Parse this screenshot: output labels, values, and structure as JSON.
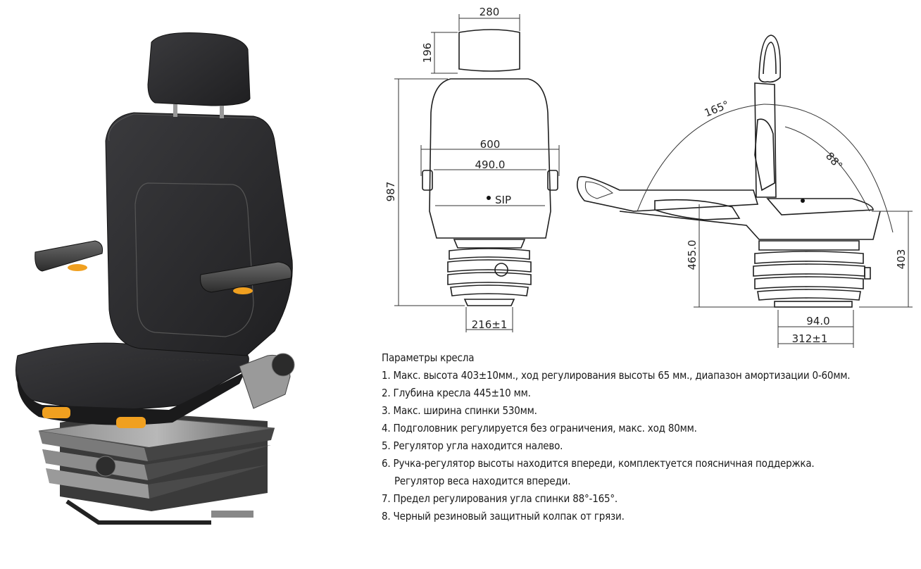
{
  "diagram": {
    "dimensions": {
      "headrest_width": "280",
      "headrest_height": "196",
      "total_height": "987",
      "backrest_width": "600",
      "inner_width": "490.0",
      "base_width": "216±1",
      "sip_label": "SIP",
      "angle_max": "165°",
      "angle_min": "88°",
      "height_465": "465.0",
      "height_403": "403",
      "depth_94": "94.0",
      "base_depth": "312±1"
    }
  },
  "specs": {
    "title": "Параметры кресла",
    "items": [
      "1. Макс. высота 403±10мм., ход регулирования высоты 65 мм., диапазон амортизации 0-60мм.",
      "2. Глубина кресла 445±10 мм.",
      "3. Макс. ширина спинки 530мм.",
      "4. Подголовник регулируется без ограничения, макс. ход 80мм.",
      "5. Регулятор угла находится налево.",
      "6. Ручка-регулятор высоты находится впереди, комплектуется поясничная поддержка.",
      "Регулятор веса находится впереди.",
      "7. Предел регулирования угла спинки 88°-165°.",
      "8. Черный резиновый защитный колпак от грязи."
    ]
  },
  "colors": {
    "fabric": "#2a2a2c",
    "accent": "#f0a020",
    "line": "#1e1e1e"
  }
}
